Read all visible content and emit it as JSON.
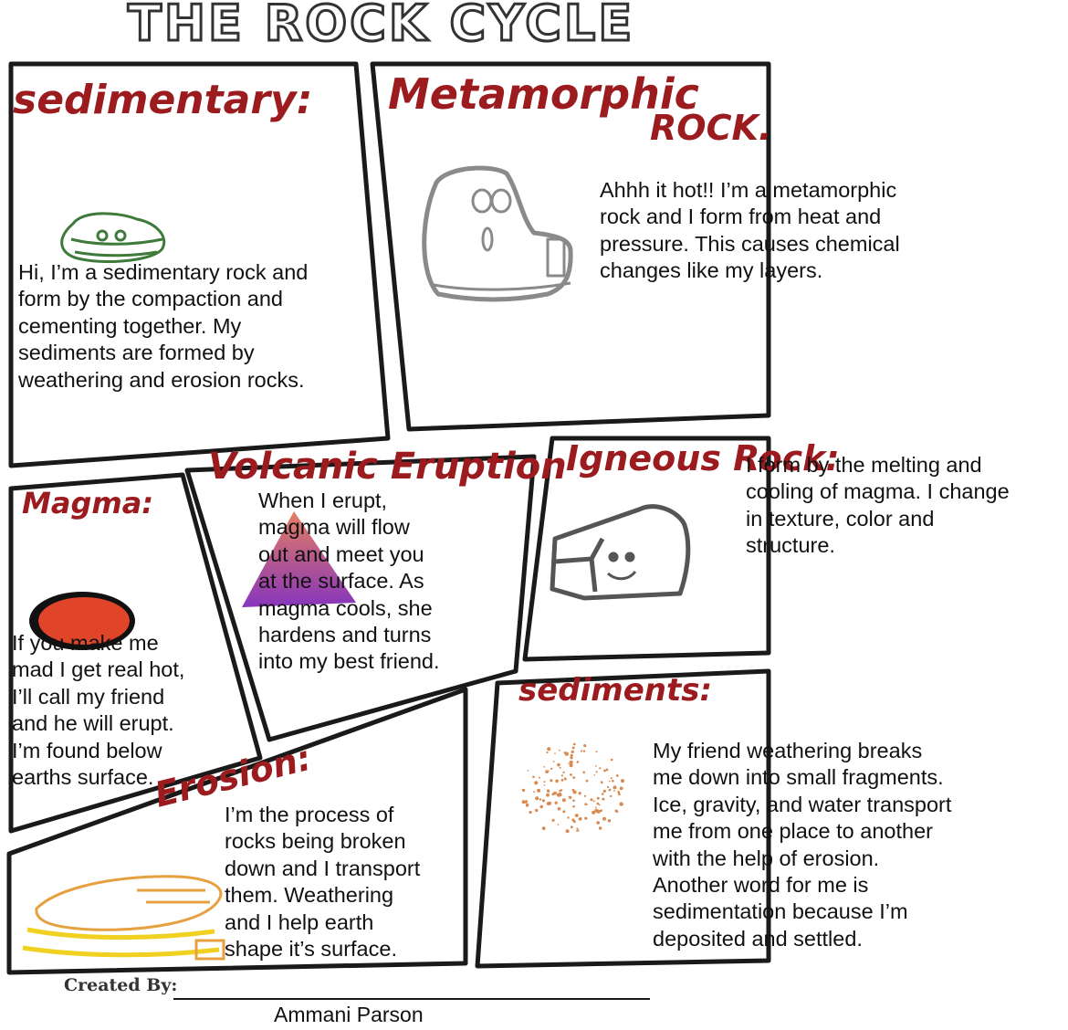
{
  "title": "THE ROCK CYCLE",
  "panels": {
    "sedimentary": {
      "heading": "sedimentary:",
      "text": "Hi, I’m a sedimentary rock and\nform by the compaction and\ncementing together. My\nsediments are formed by\nweathering and erosion rocks."
    },
    "metamorphic": {
      "heading_line1": "Metamorphic",
      "heading_line2": "ROCK.",
      "text": "Ahhh it hot!! I’m a metamorphic\nrock and I form from heat and\npressure. This causes chemical\nchanges like my layers."
    },
    "magma": {
      "heading": "Magma:",
      "text": "If you make me\nmad I get real hot,\nI’ll call my friend\nand he will erupt.\nI’m found below\nearths surface."
    },
    "volcanic": {
      "heading": "Volcanic Eruption",
      "text": "When I erupt,\nmagma will flow\nout and meet you\nat the surface. As\nmagma cools, she\nhardens and turns\ninto my best friend."
    },
    "igneous": {
      "heading": "Igneous Rock:",
      "text": "I form by the melting and\ncooling of magma. I change\nin texture, color and\nstructure."
    },
    "sediments": {
      "heading": "sediments:",
      "text": "My friend weathering breaks\nme down into small fragments.\nIce, gravity, and water transport\nme from one place to another\nwith the help of erosion.\nAnother word for me is\nsedimentation because I’m\ndeposited and settled."
    },
    "erosion": {
      "heading": "Erosion:",
      "text": "I’m the process of\nrocks being broken\ndown and I transport\nthem. Weathering\nand I help earth\nshape it’s surface."
    }
  },
  "footer": {
    "label": "Created By:",
    "name": "Ammani Parson"
  },
  "colors": {
    "heading": "#9b1b1f",
    "panel_border": "#1a1a1a",
    "sedimentary_rock": "#3e7a3a",
    "metamorphic_rock": "#8a8a8a",
    "magma_blob": "#e0452a",
    "volcano_top": "#e07050",
    "volcano_bottom": "#7a1fb5",
    "igneous_rock": "#555555",
    "sediments_dots": "#d98a50",
    "erosion_layers": "#e6a040"
  },
  "icons": [
    "sedimentary-rock-drawing",
    "metamorphic-rock-drawing",
    "magma-blob-drawing",
    "volcano-drawing",
    "igneous-rock-drawing",
    "sediments-drawing",
    "erosion-layers-drawing"
  ]
}
